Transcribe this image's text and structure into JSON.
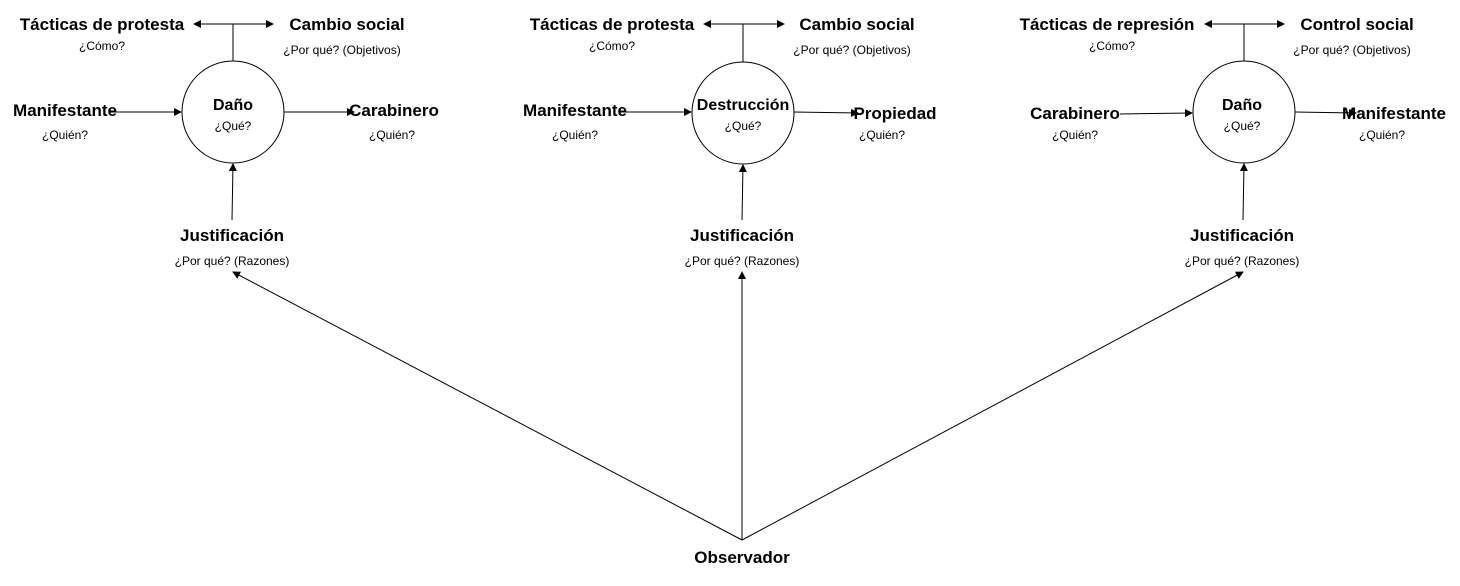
{
  "panels": [
    {
      "center": {
        "title": "Daño",
        "question": "¿Qué?"
      },
      "top_left": {
        "title": "Tácticas de protesta",
        "question": "¿Cómo?"
      },
      "top_right": {
        "title": "Cambio social",
        "question": "¿Por qué? (Objetivos)"
      },
      "left": {
        "title": "Manifestante",
        "question": "¿Quién?"
      },
      "right": {
        "title": "Carabinero",
        "question": "¿Quién?"
      },
      "bottom": {
        "title": "Justificación",
        "question": "¿Por qué? (Razones)"
      }
    },
    {
      "center": {
        "title": "Destrucción",
        "question": "¿Qué?"
      },
      "top_left": {
        "title": "Tácticas de protesta",
        "question": "¿Cómo?"
      },
      "top_right": {
        "title": "Cambio social",
        "question": "¿Por qué? (Objetivos)"
      },
      "left": {
        "title": "Manifestante",
        "question": "¿Quién?"
      },
      "right": {
        "title": "Propiedad",
        "question": "¿Quién?"
      },
      "bottom": {
        "title": "Justificación",
        "question": "¿Por qué? (Razones)"
      }
    },
    {
      "center": {
        "title": "Daño",
        "question": "¿Qué?"
      },
      "top_left": {
        "title": "Tácticas de represión",
        "question": "¿Cómo?"
      },
      "top_right": {
        "title": "Control social",
        "question": "¿Por qué? (Objetivos)"
      },
      "left": {
        "title": "Carabinero",
        "question": "¿Quién?"
      },
      "right": {
        "title": "Manifestante",
        "question": "¿Quién?"
      },
      "bottom": {
        "title": "Justificación",
        "question": "¿Por qué? (Razones)"
      }
    }
  ],
  "observer": {
    "title": "Observador"
  }
}
